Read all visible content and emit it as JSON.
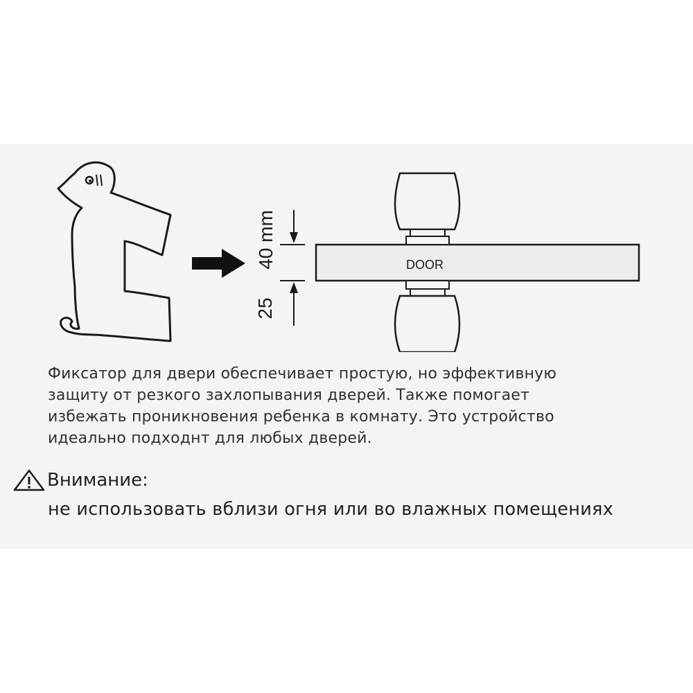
{
  "diagram": {
    "dim_40": "40 mm",
    "dim_25": "25",
    "door_label": "DOOR"
  },
  "description": {
    "lines": [
      "Фиксатор для двери обеспечивает простую, но эффективную",
      "защиту от резкого захлопывания дверей. Также помогает",
      "избежать проникновения ребенка в комнату. Это устройство",
      "идеально подходнт для любых дверей."
    ]
  },
  "warning": {
    "title": "Внимание:",
    "text": "не использовать вблизи огня или во влажных помещениях",
    "icon": "warning-triangle-icon"
  }
}
